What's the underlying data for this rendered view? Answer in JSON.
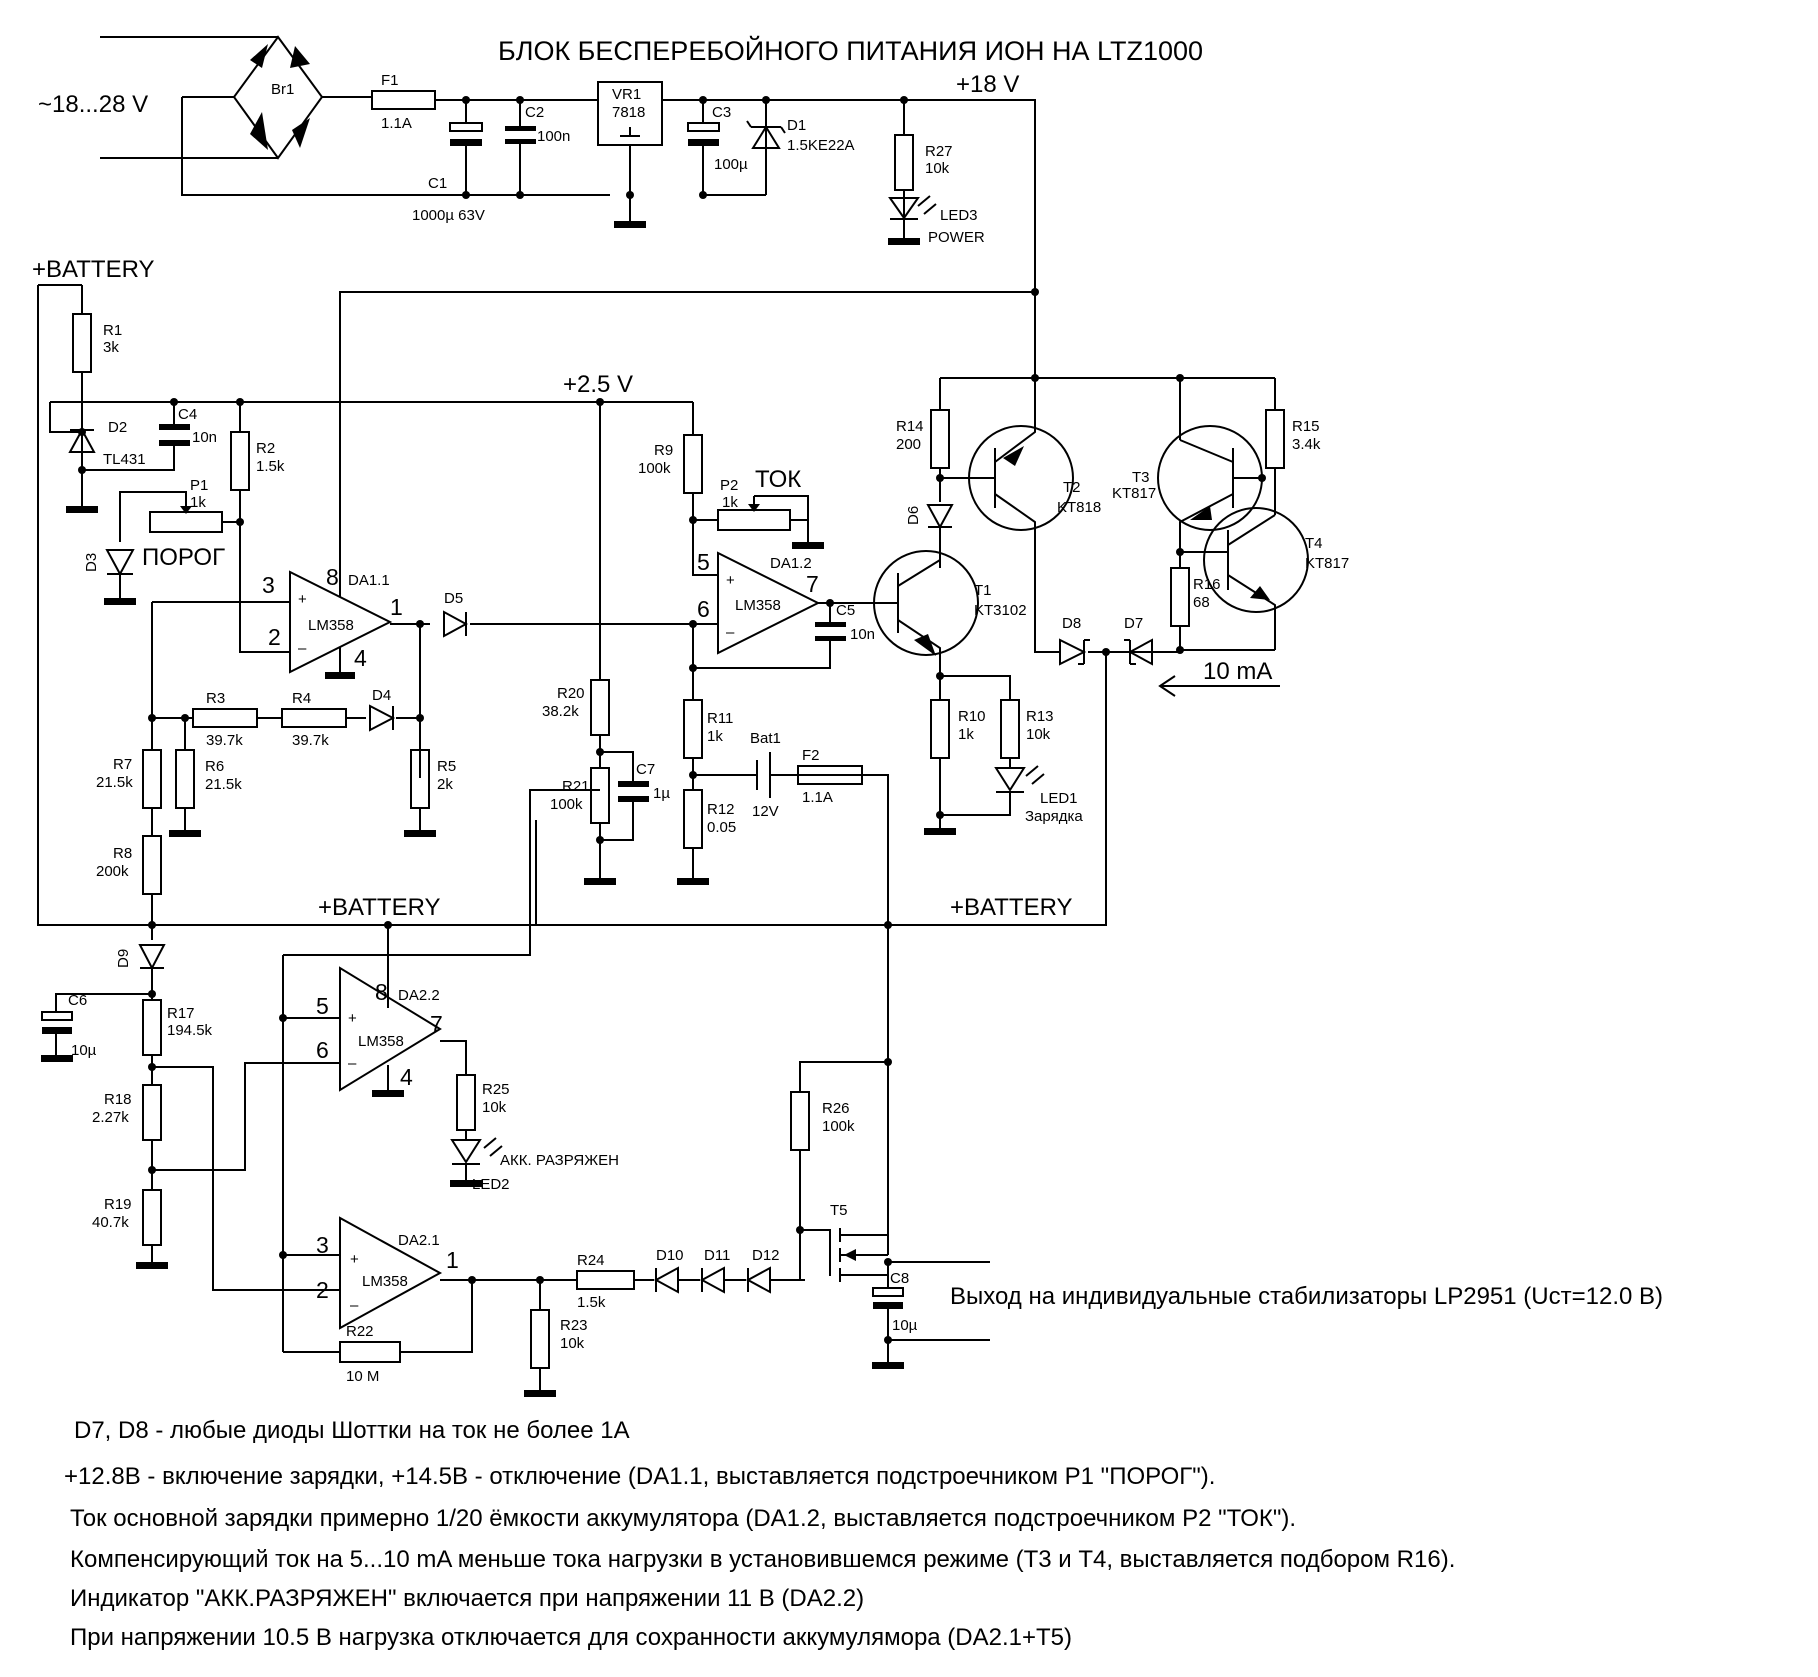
{
  "title": "БЛОК БЕСПЕРЕБОЙНОГО ПИТАНИЯ ИОН НА LTZ1000",
  "input_voltage": "~18...28 V",
  "rails": {
    "v18": "+18 V",
    "v25": "+2.5 V",
    "battery": "+BATTERY"
  },
  "components": {
    "br1": "Br1",
    "f1": {
      "ref": "F1",
      "val": "1.1A"
    },
    "c1": {
      "ref": "C1",
      "val": "1000µ 63V"
    },
    "c2": {
      "ref": "C2",
      "val": "100n"
    },
    "vr1": {
      "ref": "VR1",
      "val": "7818"
    },
    "c3": {
      "ref": "C3",
      "val": "100µ"
    },
    "d1": {
      "ref": "D1",
      "val": "1.5KE22A"
    },
    "r27": {
      "ref": "R27",
      "val": "10k"
    },
    "led3": {
      "ref": "LED3",
      "val": "POWER"
    },
    "r1": {
      "ref": "R1",
      "val": "3k"
    },
    "d2": {
      "ref": "D2",
      "val": "TL431"
    },
    "c4": {
      "ref": "C4",
      "val": "10n"
    },
    "r2": {
      "ref": "R2",
      "val": "1.5k"
    },
    "p1": {
      "ref": "P1",
      "val": "1k"
    },
    "porog": "ПОРОГ",
    "d3": "D3",
    "da11": {
      "ref": "DA1.1",
      "chip": "LM358",
      "p3": "3",
      "p2": "2",
      "p8": "8",
      "p4": "4",
      "p1": "1"
    },
    "d5": "D5",
    "r3": {
      "ref": "R3",
      "val": "39.7k"
    },
    "r4": {
      "ref": "R4",
      "val": "39.7k"
    },
    "d4": "D4",
    "r5": {
      "ref": "R5",
      "val": "2k"
    },
    "r6": {
      "ref": "R6",
      "val": "21.5k"
    },
    "r7": {
      "ref": "R7",
      "val": "21.5k"
    },
    "r8": {
      "ref": "R8",
      "val": "200k"
    },
    "r9": {
      "ref": "R9",
      "val": "100k"
    },
    "p2": {
      "ref": "P2",
      "val": "1k"
    },
    "tok": "ТОК",
    "da12": {
      "ref": "DA1.2",
      "chip": "LM358",
      "p5": "5",
      "p6": "6",
      "p7": "7"
    },
    "c5": {
      "ref": "C5",
      "val": "10n"
    },
    "r20": {
      "ref": "R20",
      "val": "38.2k"
    },
    "r21": {
      "ref": "R21",
      "val": "100k"
    },
    "c7": {
      "ref": "C7",
      "val": "1µ"
    },
    "r11": {
      "ref": "R11",
      "val": "1k"
    },
    "r12": {
      "ref": "R12",
      "val": "0.05"
    },
    "bat1": {
      "ref": "Bat1",
      "val": "12V"
    },
    "f2": {
      "ref": "F2",
      "val": "1.1A"
    },
    "r14": {
      "ref": "R14",
      "val": "200"
    },
    "d6": "D6",
    "t2": {
      "ref": "T2",
      "val": "KT818"
    },
    "t1": {
      "ref": "T1",
      "val": "KT3102"
    },
    "r10": {
      "ref": "R10",
      "val": "1k"
    },
    "r13": {
      "ref": "R13",
      "val": "10k"
    },
    "led1": {
      "ref": "LED1",
      "val": "Зарядка"
    },
    "t3": {
      "ref": "T3",
      "val": "KT817"
    },
    "t4": {
      "ref": "T4",
      "val": "KT817"
    },
    "r15": {
      "ref": "R15",
      "val": "3.4k"
    },
    "r16": {
      "ref": "R16",
      "val": "68"
    },
    "d8": "D8",
    "d7": "D7",
    "i10": "10 mA",
    "d9": "D9",
    "c6": {
      "ref": "C6",
      "val": "10µ"
    },
    "r17": {
      "ref": "R17",
      "val": "194.5k"
    },
    "r18": {
      "ref": "R18",
      "val": "2.27k"
    },
    "r19": {
      "ref": "R19",
      "val": "40.7k"
    },
    "da22": {
      "ref": "DA2.2",
      "chip": "LM358",
      "p5": "5",
      "p6": "6",
      "p8": "8",
      "p4": "4",
      "p7": "7"
    },
    "r25": {
      "ref": "R25",
      "val": "10k"
    },
    "led2": {
      "ref": "LED2",
      "val": "АКК. РАЗРЯЖЕН"
    },
    "da21": {
      "ref": "DA2.1",
      "chip": "LM358",
      "p3": "3",
      "p2": "2",
      "p1": "1"
    },
    "r22": {
      "ref": "R22",
      "val": "10 M"
    },
    "r24": {
      "ref": "R24",
      "val": "1.5k"
    },
    "d10": "D10",
    "d11": "D11",
    "d12": "D12",
    "r23": {
      "ref": "R23",
      "val": "10k"
    },
    "r26": {
      "ref": "R26",
      "val": "100k"
    },
    "t5": "T5",
    "c8": {
      "ref": "C8",
      "val": "10µ"
    }
  },
  "output_label": "Выход  на индивидуальные стабилизаторы LP2951 (Uст=12.0 В)",
  "notes": [
    "D7, D8 - любые диоды Шоттки на ток не более 1А",
    "+12.8В - включение зарядки, +14.5В - отключение (DA1.1, выставляется подстроечником P1 \"ПОРОГ\").",
    "Ток основной зарядки примерно 1/20 ёмкости аккумулятора (DA1.2, выставляется подстроечником P2 \"ТОК\").",
    "Компенсирующий ток  на 5...10 mA меньше тока нагрузки в установившемся режиме (Т3 и Т4, выставляется подбором R16).",
    "Индикатор \"АКК.РАЗРЯЖЕН\" включается при напряжении 11 В (DA2.2)",
    "При напряжении 10.5 В нагрузка отключается для сохранности аккумулямора (DA2.1+T5)"
  ]
}
